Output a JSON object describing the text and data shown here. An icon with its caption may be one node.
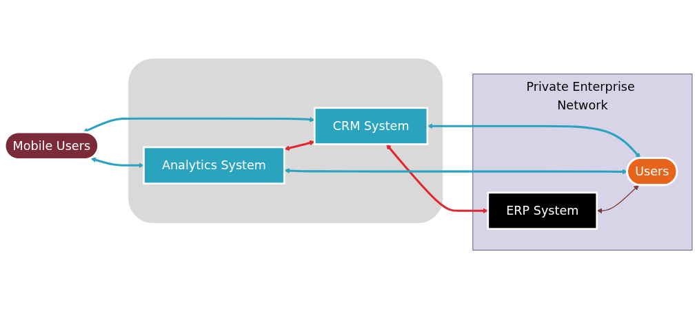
{
  "diagram": {
    "nodes": [
      {
        "text": [
          "Mobile Users"
        ]
      },
      {
        "text": [],
        "shape": "cloud"
      },
      {
        "text": [
          "Analytics System"
        ],
        "in": 1
      },
      {
        "text": [
          "CRM System"
        ],
        "in": 1
      },
      {
        "text": [
          "Private Enterprise Network"
        ]
      },
      {
        "text": [
          "ERP System"
        ],
        "in": 4
      },
      {
        "text": [
          "Users"
        ],
        "in": 4
      }
    ],
    "edges": [
      {
        "from": 0,
        "to": 2,
        "arrow": "both"
      },
      {
        "from": 0,
        "to": 3,
        "arrow": "both"
      },
      {
        "from": 2,
        "to": 3,
        "arrow": "both",
        "color": "#e0282f"
      },
      {
        "from": 3,
        "to": 5,
        "arrow": "both",
        "color": "#e0282f"
      },
      {
        "from": 3,
        "to": 6,
        "arrow": "both"
      },
      {
        "from": 2,
        "to": 6,
        "arrow": "both"
      },
      {
        "from": 5,
        "to": 6,
        "arrow": "both",
        "color": "#7a3b3b"
      }
    ]
  }
}
